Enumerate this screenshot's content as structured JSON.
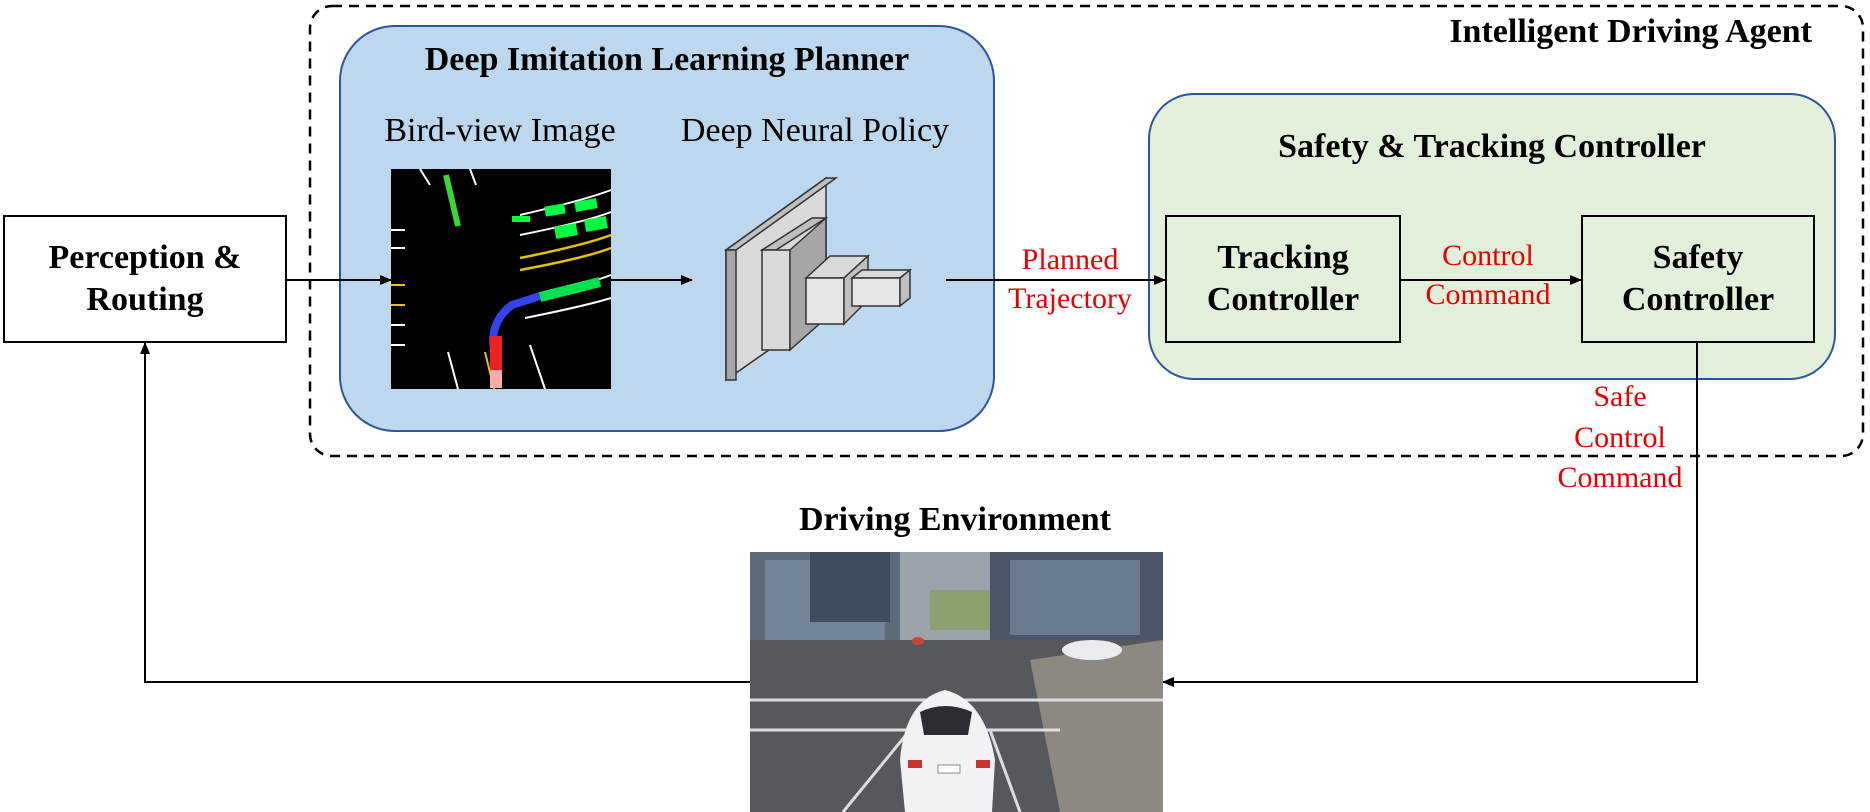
{
  "agent": {
    "title": "Intelligent Driving Agent"
  },
  "planner": {
    "title": "Deep Imitation Learning Planner",
    "bird_view_label": "Bird-view Image",
    "policy_label": "Deep Neural Policy"
  },
  "controller_group": {
    "title": "Safety & Tracking Controller"
  },
  "perception": {
    "line1": "Perception &",
    "line2": "Routing"
  },
  "tracking": {
    "line1": "Tracking",
    "line2": "Controller"
  },
  "safety": {
    "line1": "Safety",
    "line2": "Controller"
  },
  "edges": {
    "planned": {
      "line1": "Planned",
      "line2": "Trajectory"
    },
    "control": {
      "line1": "Control",
      "line2": "Command"
    },
    "safe": {
      "line1": "Safe",
      "line2": "Control",
      "line3": "Command"
    }
  },
  "environment": {
    "title": "Driving Environment"
  },
  "colors": {
    "planner_fill": "#bdd7ee",
    "controller_fill": "#e2efda",
    "group_border": "#2f5597",
    "edge_label": "#e60000"
  }
}
